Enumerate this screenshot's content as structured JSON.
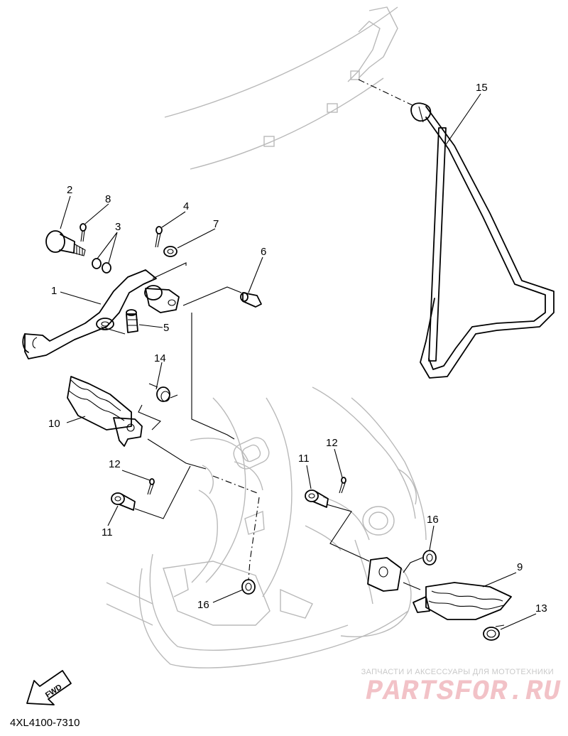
{
  "diagram": {
    "code": "4XL4100-7310",
    "fwd_label": "FWD",
    "part_labels": {
      "p1": "1",
      "p2": "2",
      "p3": "3",
      "p4": "4",
      "p5": "5",
      "p6": "6",
      "p7": "7",
      "p8": "8",
      "p9": "9",
      "p10": "10",
      "p11a": "11",
      "p11b": "11",
      "p12a": "12",
      "p12b": "12",
      "p13": "13",
      "p14": "14",
      "p15": "15",
      "p16a": "16",
      "p16b": "16"
    }
  },
  "watermark": {
    "tagline": "ЗАПЧАСТИ И АКСЕССУАРЫ ДЛЯ МОТОТЕХНИКИ",
    "brand": "PARTSFOR.RU"
  }
}
